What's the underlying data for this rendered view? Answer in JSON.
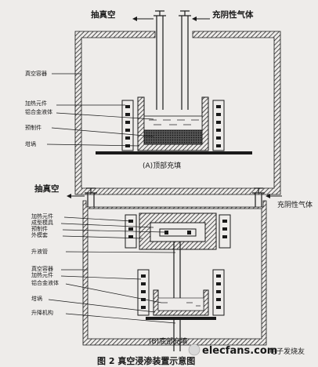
{
  "figure": {
    "caption": "图 2   真空浸渗装置示意图",
    "watermark": {
      "site": "elecfans.com",
      "brand": "电子发烧友"
    }
  },
  "diagram_a": {
    "subtitle": "(A)顶部充填",
    "top_left_label": "抽真空",
    "top_right_label": "充阴性气体",
    "side_labels": [
      "真空容器",
      "加热元件",
      "铝合金液体",
      "预制件",
      "坩埚"
    ]
  },
  "diagram_b": {
    "subtitle": "(B)底部充填",
    "top_left_label": "抽真空",
    "top_right_label": "充阴性气体",
    "upper_labels": [
      "加热元件",
      "成型模具",
      "预制件",
      "外模套",
      "升液管"
    ],
    "lower_labels": [
      "真空容器",
      "加热元件",
      "铝合金液体",
      "坩埚",
      "升降机构"
    ]
  },
  "colors": {
    "background": "#eeecea",
    "line": "#1a1a1a",
    "wall_hatch": "#3a3a3a",
    "preform_fill": "#2a2a2a"
  }
}
